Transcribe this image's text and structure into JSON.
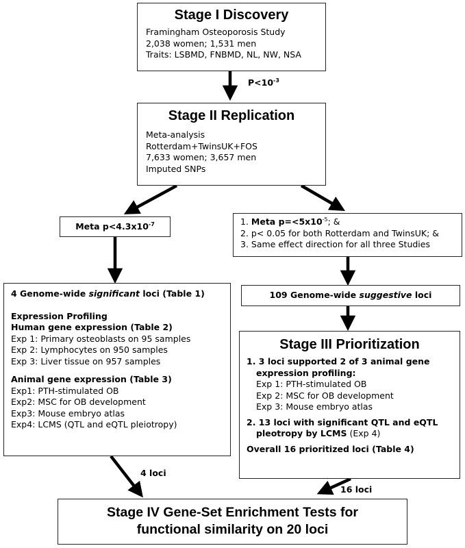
{
  "stage1": {
    "title": "Stage I Discovery",
    "lines": [
      "Framingham Osteoporosis Study",
      "2,038 women; 1,531 men",
      "Traits: LSBMD, FNBMD, NL, NW, NSA"
    ]
  },
  "arrow1_label": {
    "base": "P<10",
    "exp": "-3"
  },
  "stage2": {
    "title": "Stage II Replication",
    "lines": [
      "Meta-analysis",
      "Rotterdam+TwinsUK+FOS",
      "7,633 women; 3,657 men",
      "Imputed SNPs"
    ]
  },
  "meta_left": {
    "base": "Meta p<4.3x10",
    "exp": "-7"
  },
  "meta_right": {
    "l1_num": "1. ",
    "l1_bold": "Meta p=<5x10",
    "l1_exp": "-5",
    "l1_tail": "; &",
    "l2": "2. p< 0.05 for both Rotterdam and TwinsUK; &",
    "l3": "3. Same effect direction for all three Studies"
  },
  "sig_box": {
    "title_a": "4 Genome-wide ",
    "title_b": "significant",
    "title_c": " loci (Table 1)",
    "h1": "Expression Profiling",
    "h2": "Human gene expression (Table 2)",
    "human": [
      "Exp 1: Primary osteoblasts on 95 samples",
      "Exp 2: Lymphocytes on 950 samples",
      "Exp 3: Liver tissue on 957 samples"
    ],
    "h3": "Animal gene expression (Table 3)",
    "animal": [
      "Exp1: PTH-stimulated OB",
      "Exp2: MSC for OB development",
      "Exp3: Mouse embryo atlas",
      "Exp4: LCMS (QTL and eQTL pleiotropy)"
    ]
  },
  "sugg_box": {
    "a": "109 Genome-wide ",
    "b": "suggestive",
    "c": " loci"
  },
  "stage3": {
    "title": "Stage III Prioritization",
    "p1a": "1. 3 loci supported 2 of 3 animal gene",
    "p1b": "expression profiling:",
    "exps": [
      "Exp 1: PTH-stimulated OB",
      "Exp 2: MSC for OB development",
      "Exp 3: Mouse embryo atlas"
    ],
    "p2a": "2. 13 loci with significant QTL and eQTL",
    "p2b": "pleotropy by LCMS",
    "p2c": " (Exp 4)",
    "overall": "Overall 16 prioritized loci (Table 4)"
  },
  "label_4loci": "4 loci",
  "label_16loci": "16 loci",
  "stage4": {
    "line1": "Stage IV Gene-Set Enrichment Tests for",
    "line2": "functional similarity on 20 loci"
  }
}
